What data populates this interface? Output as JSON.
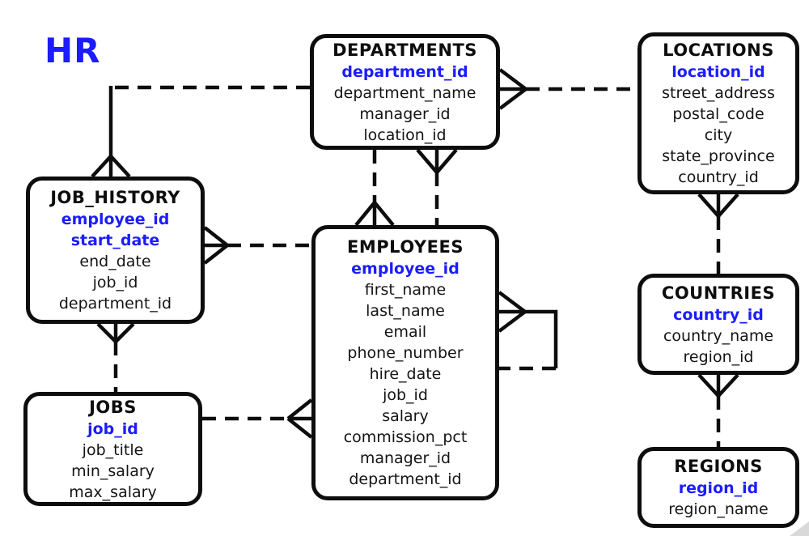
{
  "diagram": {
    "schema_label": "HR",
    "colors": {
      "primary_key_blue": "#1c1cff",
      "line_black": "#0d0d0d",
      "box_background": "#ffffff"
    },
    "entities": [
      {
        "id": "departments",
        "title": "DEPARTMENTS",
        "fields": [
          {
            "name": "department_id",
            "pk": true
          },
          {
            "name": "department_name",
            "pk": false
          },
          {
            "name": "manager_id",
            "pk": false
          },
          {
            "name": "location_id",
            "pk": false
          }
        ]
      },
      {
        "id": "locations",
        "title": "LOCATIONS",
        "fields": [
          {
            "name": "location_id",
            "pk": true
          },
          {
            "name": "street_address",
            "pk": false
          },
          {
            "name": "postal_code",
            "pk": false
          },
          {
            "name": "city",
            "pk": false
          },
          {
            "name": "state_province",
            "pk": false
          },
          {
            "name": "country_id",
            "pk": false
          }
        ]
      },
      {
        "id": "job_history",
        "title": "JOB_HISTORY",
        "fields": [
          {
            "name": "employee_id",
            "pk": true
          },
          {
            "name": "start_date",
            "pk": true
          },
          {
            "name": "end_date",
            "pk": false
          },
          {
            "name": "job_id",
            "pk": false
          },
          {
            "name": "department_id",
            "pk": false
          }
        ]
      },
      {
        "id": "employees",
        "title": "EMPLOYEES",
        "fields": [
          {
            "name": "employee_id",
            "pk": true
          },
          {
            "name": "first_name",
            "pk": false
          },
          {
            "name": "last_name",
            "pk": false
          },
          {
            "name": "email",
            "pk": false
          },
          {
            "name": "phone_number",
            "pk": false
          },
          {
            "name": "hire_date",
            "pk": false
          },
          {
            "name": "job_id",
            "pk": false
          },
          {
            "name": "salary",
            "pk": false
          },
          {
            "name": "commission_pct",
            "pk": false
          },
          {
            "name": "manager_id",
            "pk": false
          },
          {
            "name": "department_id",
            "pk": false
          }
        ]
      },
      {
        "id": "jobs",
        "title": "JOBS",
        "fields": [
          {
            "name": "job_id",
            "pk": true
          },
          {
            "name": "job_title",
            "pk": false
          },
          {
            "name": "min_salary",
            "pk": false
          },
          {
            "name": "max_salary",
            "pk": false
          }
        ]
      },
      {
        "id": "countries",
        "title": "COUNTRIES",
        "fields": [
          {
            "name": "country_id",
            "pk": true
          },
          {
            "name": "country_name",
            "pk": false
          },
          {
            "name": "region_id",
            "pk": false
          }
        ]
      },
      {
        "id": "regions",
        "title": "REGIONS",
        "fields": [
          {
            "name": "region_id",
            "pk": true
          },
          {
            "name": "region_name",
            "pk": false
          }
        ]
      }
    ],
    "relationships": [
      {
        "one_side": "DEPARTMENTS",
        "many_side": "JOB_HISTORY",
        "style": "dashed"
      },
      {
        "one_side": "LOCATIONS",
        "many_side": "DEPARTMENTS",
        "style": "dashed"
      },
      {
        "one_side": "DEPARTMENTS",
        "many_side": "EMPLOYEES",
        "style": "dashed"
      },
      {
        "one_side": "EMPLOYEES",
        "many_side": "DEPARTMENTS",
        "style": "dashed"
      },
      {
        "one_side": "EMPLOYEES",
        "many_side": "JOB_HISTORY",
        "style": "dashed"
      },
      {
        "one_side": "JOBS",
        "many_side": "JOB_HISTORY",
        "style": "dashed"
      },
      {
        "one_side": "JOBS",
        "many_side": "EMPLOYEES",
        "style": "dashed"
      },
      {
        "one_side": "EMPLOYEES",
        "many_side": "EMPLOYEES",
        "style": "dashed"
      },
      {
        "one_side": "COUNTRIES",
        "many_side": "LOCATIONS",
        "style": "dashed"
      },
      {
        "one_side": "REGIONS",
        "many_side": "COUNTRIES",
        "style": "dashed"
      }
    ]
  }
}
